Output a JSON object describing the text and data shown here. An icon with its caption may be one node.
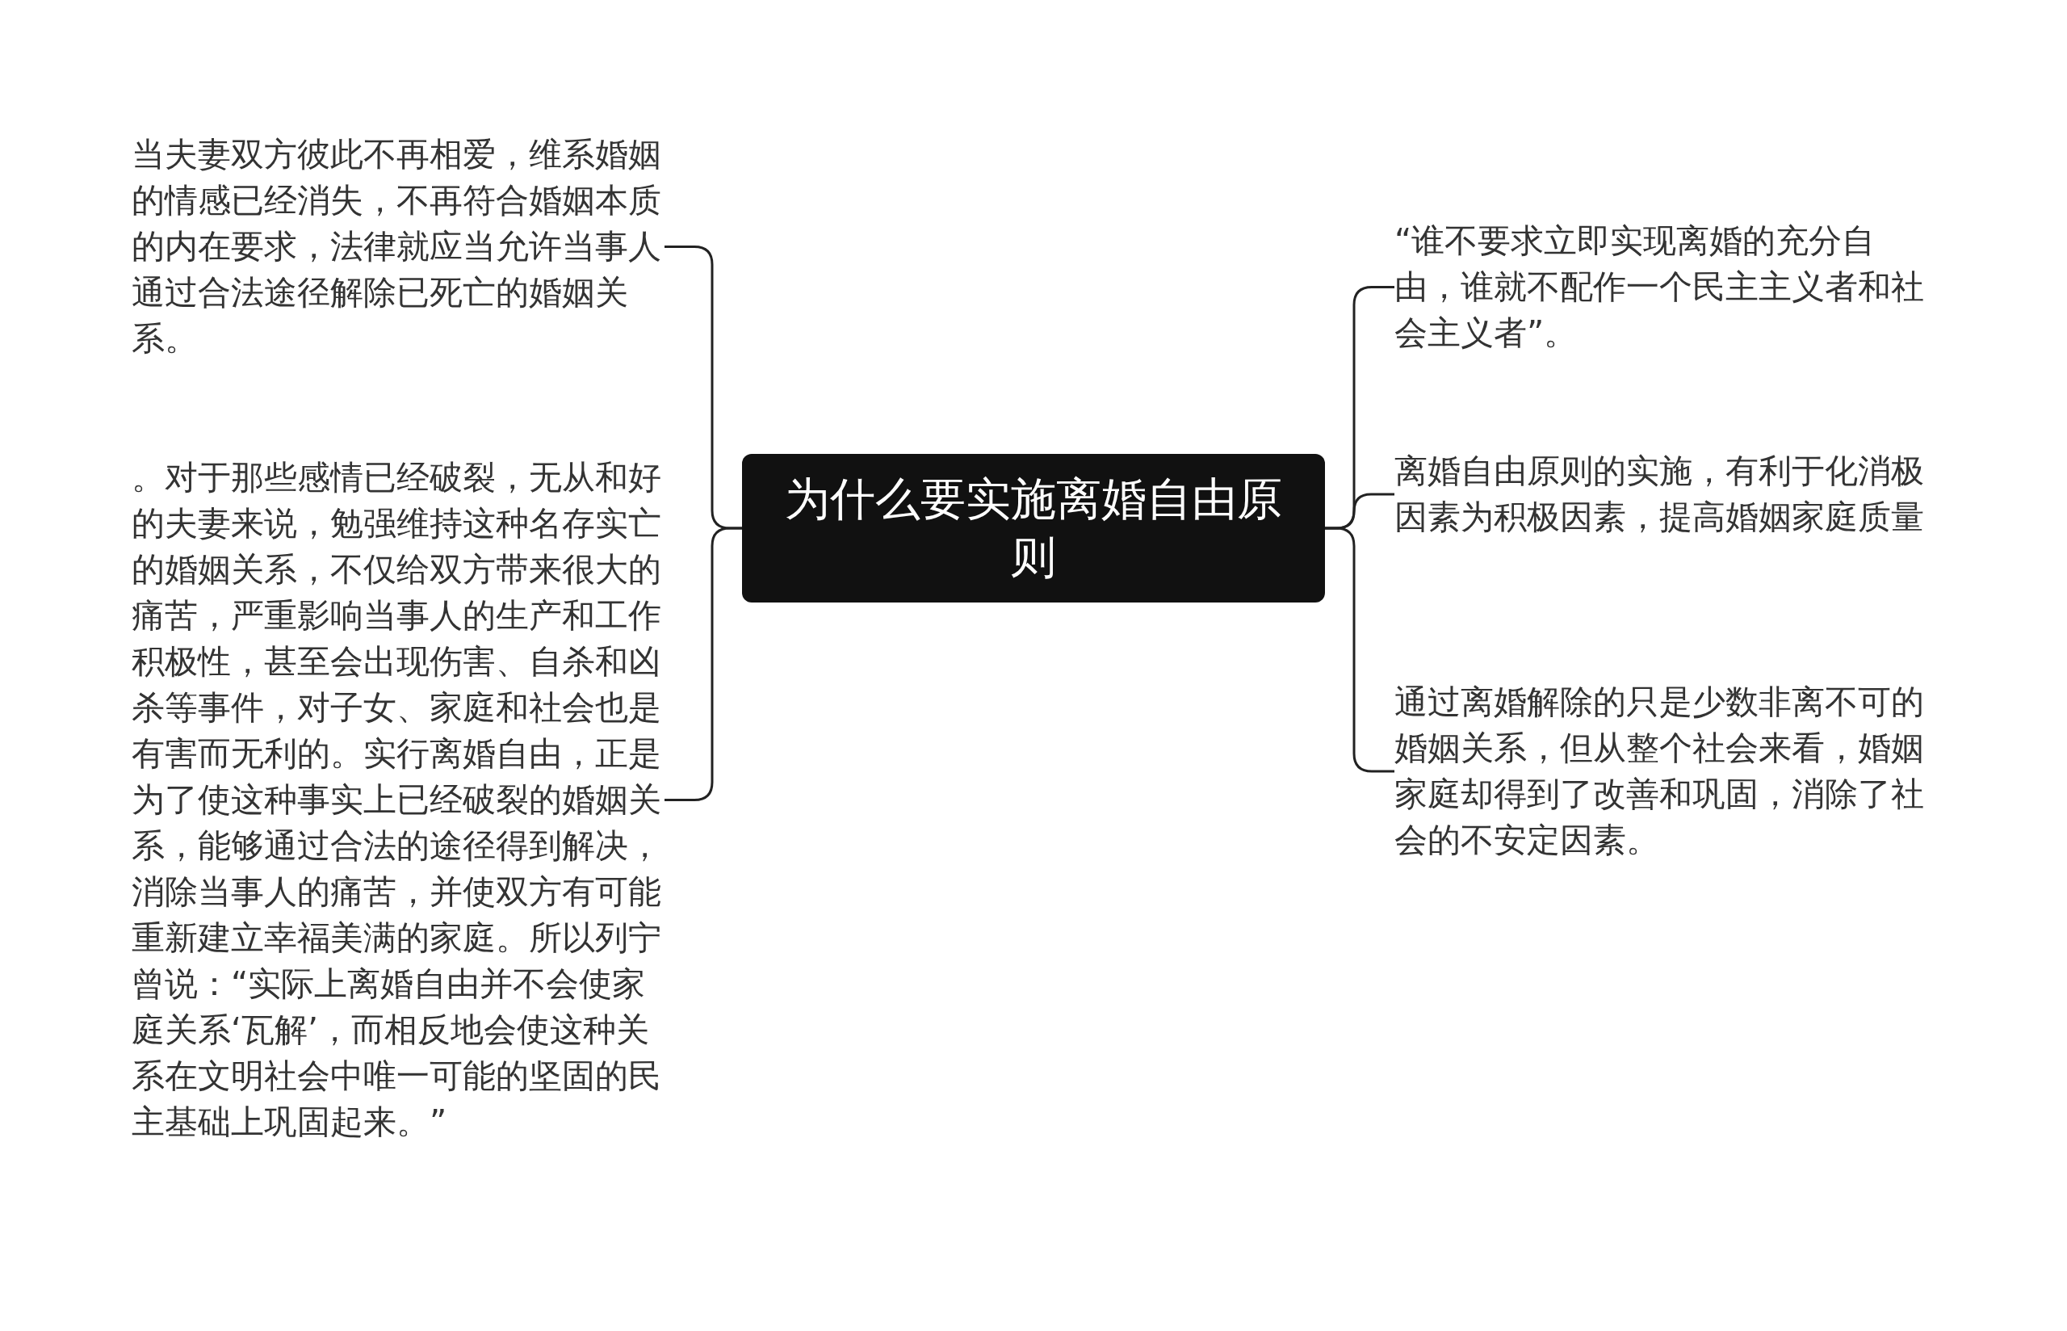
{
  "diagram": {
    "nodes": [
      {
        "text": [
          "为什么要实施离婚自由原则"
        ]
      },
      {
        "text": [
          "当夫妻双方彼此不再相爱，维系婚姻的情感已经消失，不再符合婚姻本质的内在要求，法律就应当允许当事人通过合法途径解除已死亡的婚姻关系。"
        ]
      },
      {
        "text": [
          "。对于那些感情已经破裂，无从和好的夫妻来说，勉强维持这种名存实亡的婚姻关系，不仅给双方带来很大的痛苦，严重影响当事人的生产和工作积极性，甚至会出现伤害、自杀和凶杀等事件，对子女、家庭和社会也是有害而无利的。实行离婚自由，正是为了使这种事实上已经破裂的婚姻关系，能够通过合法的途径得到解决，消除当事人的痛苦，并使双方有可能重新建立幸福美满的家庭。所以列宁曾说：“实际上离婚自由并不会使家庭关系‘瓦解’，而相反地会使这种关系在文明社会中唯一可能的坚固的民主基础上巩固起来。”"
        ]
      },
      {
        "text": [
          "“谁不要求立即实现离婚的充分自由，谁就不配作一个民主主义者和社会主义者”。"
        ]
      },
      {
        "text": [
          "离婚自由原则的实施，有利于化消极因素为积极因素，提高婚姻家庭质量"
        ]
      },
      {
        "text": [
          "通过离婚解除的只是少数非离不可的婚姻关系，但从整个社会来看，婚姻家庭却得到了改善和巩固，消除了社会的不安定因素。"
        ]
      }
    ],
    "edges": [
      {
        "from": 0,
        "to": 1,
        "arrow": "none"
      },
      {
        "from": 0,
        "to": 2,
        "arrow": "none"
      },
      {
        "from": 0,
        "to": 3,
        "arrow": "none"
      },
      {
        "from": 0,
        "to": 4,
        "arrow": "none"
      },
      {
        "from": 0,
        "to": 5,
        "arrow": "none"
      }
    ]
  }
}
